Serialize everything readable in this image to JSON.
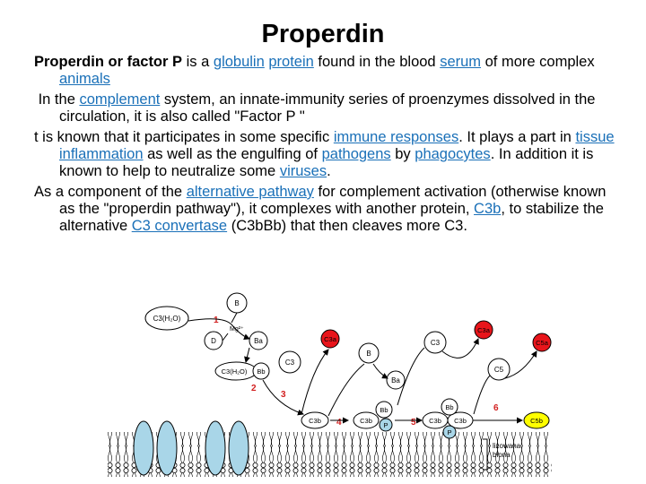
{
  "slide": {
    "title": "Properdin"
  },
  "p1": {
    "bold": "Properdin or factor P",
    "t1": " is a ",
    "l1": "globulin",
    "t2": " ",
    "l2": "protein",
    "t3": " found in the blood ",
    "l3": "serum",
    "t4": " of more complex ",
    "l4": "animals"
  },
  "p2": {
    "t1": " In the ",
    "l1": "complement",
    "t2": " system, an innate-immunity series of proenzymes dissolved in the circulation, it is also called \"Factor P \""
  },
  "p3": {
    "t1": "t is known that it participates in some specific ",
    "l1": "immune responses",
    "t2": ". It plays a part in ",
    "l2": "tissue",
    "t3": " ",
    "l3": "inflammation",
    "t4": " as well as the engulfing of ",
    "l4": "pathogens",
    "t5": " by ",
    "l5": "phagocytes",
    "t6": ". In addition it is known to help to neutralize some ",
    "l6": "viruses",
    "t7": "."
  },
  "p4": {
    "t1": "As a component of the ",
    "l1": "alternative pathway",
    "t2": " for complement activation (otherwise known as the \"properdin pathway\"), it complexes with another protein, ",
    "l2": "C3b",
    "t3": ", to stabilize the alternative ",
    "l3": "C3 convertase",
    "t4": " (C3bBb) that then cleaves more C3."
  },
  "diagram": {
    "labels": {
      "c3h2o": "C3(H₂O)",
      "b": "B",
      "d": "D",
      "ba": "Ba",
      "mg": "Mg²⁺",
      "c3h2o_2": "C3(H₂O)",
      "bb": "Bb",
      "c3a": "C3a",
      "c3": "C3",
      "c3b": "C3b",
      "p": "P",
      "c5": "C5",
      "c5a": "C5a",
      "c5b": "C5b",
      "membrane_1": "lizowana",
      "membrane_2": "błona"
    },
    "steps": [
      "1",
      "2",
      "3",
      "4",
      "5",
      "6"
    ],
    "colors": {
      "red": "#e8151b",
      "yellow": "#ffff00",
      "blue": "#a9d6e8",
      "step": "#d22020"
    }
  }
}
